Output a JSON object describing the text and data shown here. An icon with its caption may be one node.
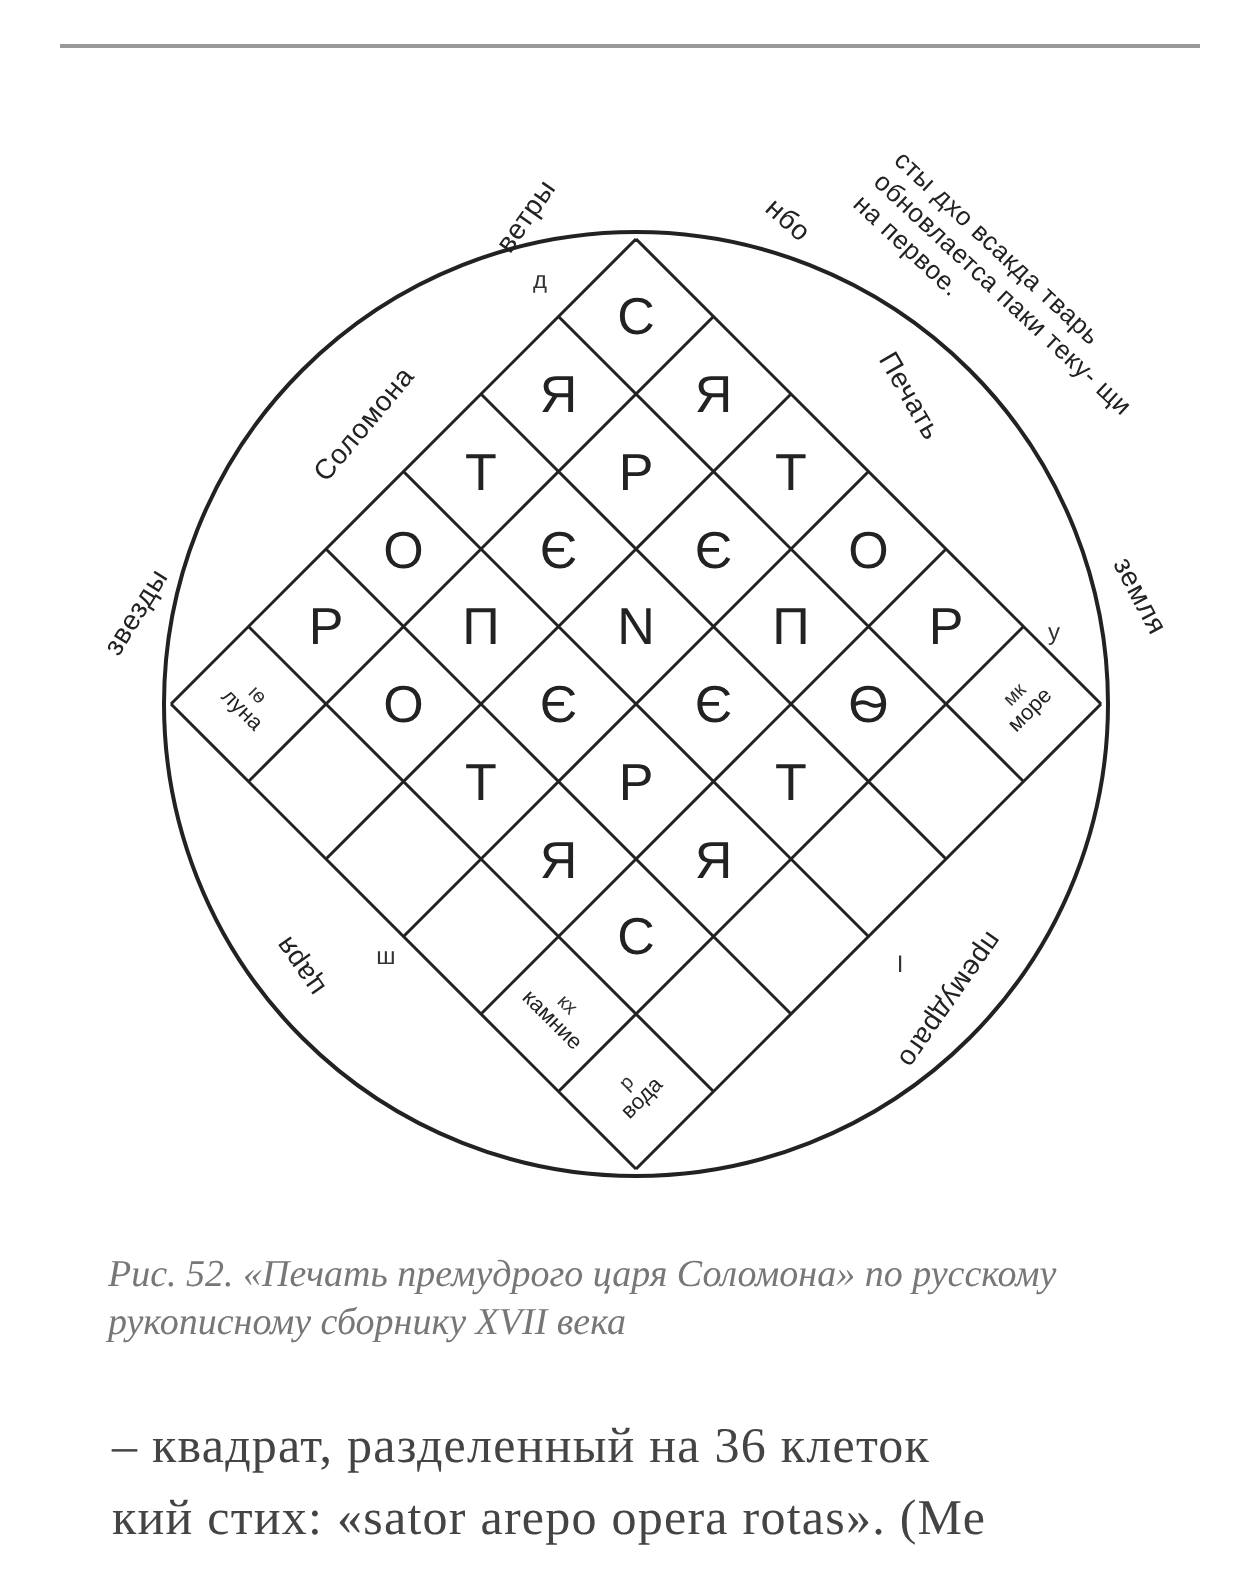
{
  "diagram": {
    "caption": "Рис. 52. «Печать премудрого царя Соломона» по русскому рукописному сборнику XVII века",
    "labels": [
      "С",
      "Я",
      "Я",
      "Т",
      "Р",
      "Т",
      "О",
      "Є",
      "Є",
      "О",
      "Р",
      "П",
      "N",
      "П",
      "Р",
      "ıѳ",
      "луна",
      "О",
      "Є",
      "Є",
      "Ѳ",
      "мк",
      "море",
      "Т",
      "Р",
      "Т",
      "Я",
      "Я",
      "С",
      "кх",
      "камние",
      "р",
      "вода",
      "сты дхо всакда тварь обновлаетса паки теку- щи на первое.",
      "ветры",
      "д",
      "нбо",
      "Соломона",
      "Печать",
      "звезды",
      "земля",
      "у",
      "царя",
      "ш",
      "премудраго",
      "I",
      "– квадрат, разделенный на 36 клеток",
      "кий стих: «sator arepo opera rotas». (Ме"
    ]
  }
}
